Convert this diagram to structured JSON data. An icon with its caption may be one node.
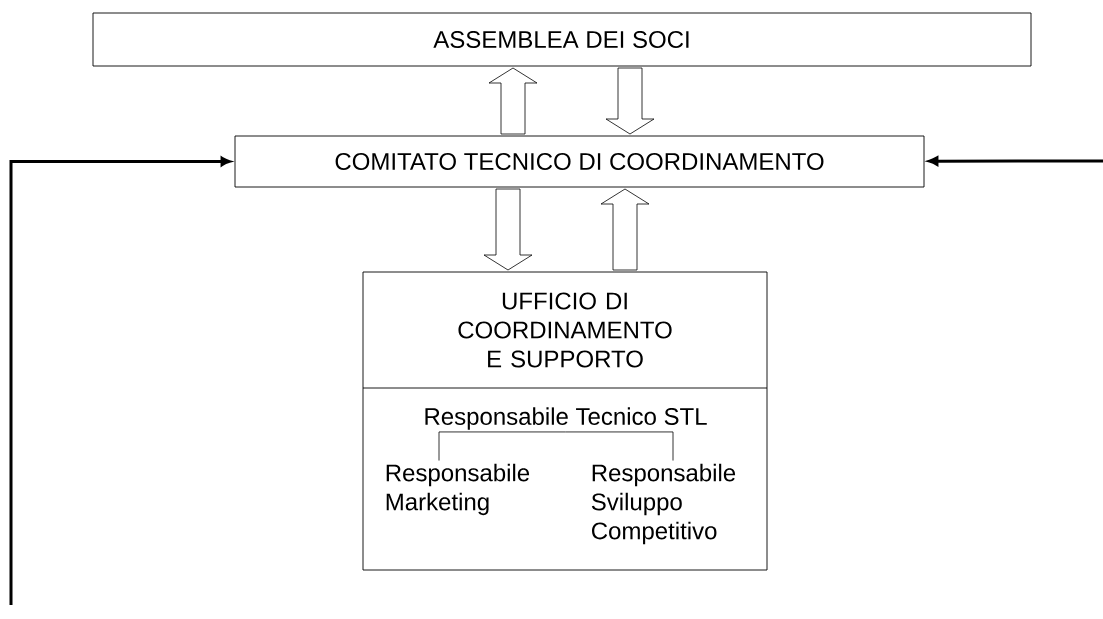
{
  "diagram": {
    "nodes": [
      {
        "text": [
          "ASSEMBLEA DEI SOCI"
        ]
      },
      {
        "text": [
          "COMITATO TECNICO DI COORDINAMENTO"
        ]
      },
      {
        "text": [
          "UFFICIO DI COORDINAMENTO E SUPPORTO"
        ]
      },
      {
        "text": [
          "Responsabile Tecnico STL"
        ],
        "in": 2
      },
      {
        "text": [
          "Responsabile Marketing"
        ],
        "in": 2
      },
      {
        "text": [
          "Responsabile Sviluppo Competitivo"
        ],
        "in": 2
      }
    ],
    "edges": [
      {
        "from": 1,
        "to": 0,
        "arrow": "to"
      },
      {
        "from": 0,
        "to": 1,
        "arrow": "to"
      },
      {
        "from": null,
        "to": 1,
        "arrow": "to",
        "style": "thick"
      },
      {
        "from": null,
        "to": 1,
        "arrow": "to",
        "style": "thick"
      },
      {
        "from": 1,
        "to": 2,
        "arrow": "to"
      },
      {
        "from": 2,
        "to": 1,
        "arrow": "to"
      },
      {
        "from": 3,
        "to": 4,
        "arrow": "none"
      },
      {
        "from": 3,
        "to": 5,
        "arrow": "none"
      }
    ]
  }
}
